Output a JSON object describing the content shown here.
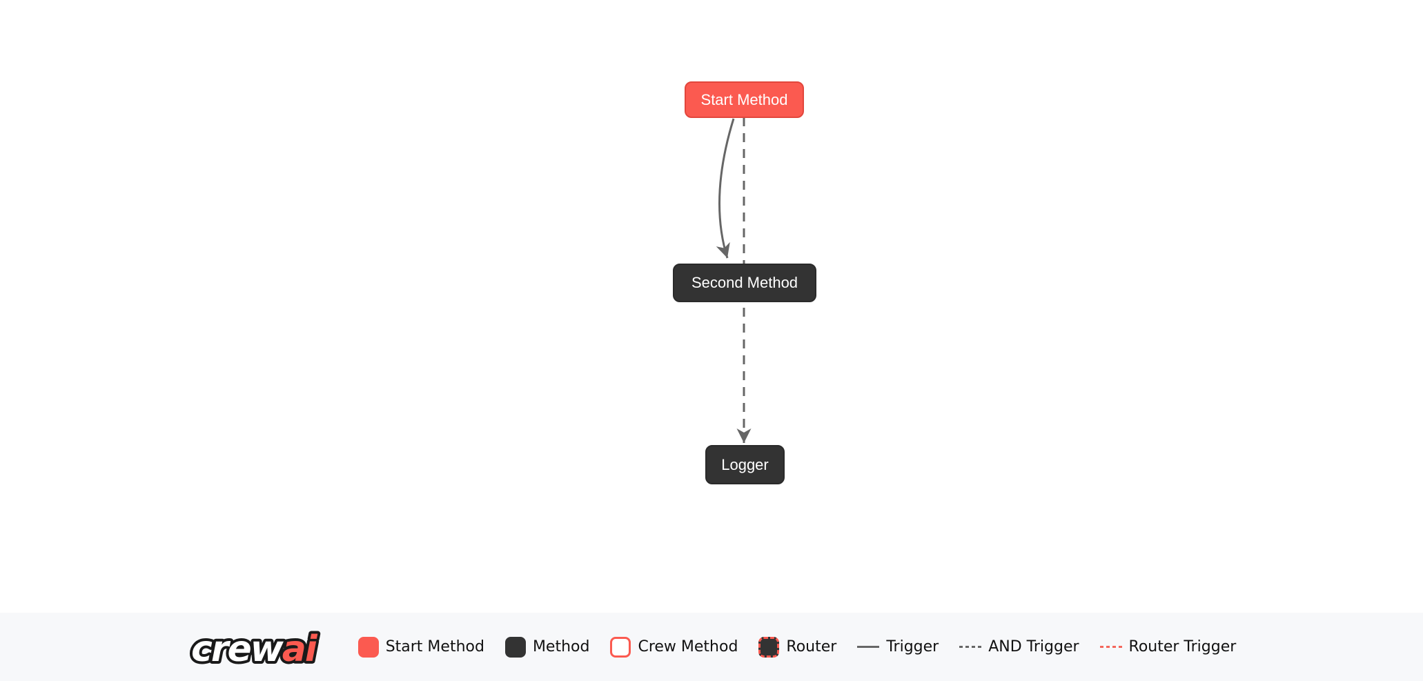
{
  "colors": {
    "accent_red": "#FB5A50",
    "start_node_border": "#E2463C",
    "node_dark": "#333333",
    "edge_gray": "#666666",
    "router_trigger_red": "#F4675C",
    "legend_background": "#F7F8FA",
    "legend_text": "#111111",
    "node_text": "#FFFFFF",
    "canvas_background": "#FFFFFF"
  },
  "diagram": {
    "nodes": [
      {
        "label": "Start Method",
        "type": "start-method"
      },
      {
        "label": "Second Method",
        "type": "method"
      },
      {
        "label": "Logger",
        "type": "method"
      }
    ],
    "edges": [
      {
        "from": "Start Method",
        "to": "Second Method",
        "meaning": "Trigger",
        "style": "solid-curved-arrow"
      },
      {
        "from": "Start Method",
        "to": "Logger",
        "meaning": "AND Trigger",
        "style": "dashed-straight-arrow"
      }
    ]
  },
  "legend": {
    "logo": {
      "crew": "crew",
      "ai": "ai"
    },
    "items": [
      {
        "label": "Start Method",
        "swatch": "start-method-box"
      },
      {
        "label": "Method",
        "swatch": "method-box"
      },
      {
        "label": "Crew Method",
        "swatch": "crew-method-box"
      },
      {
        "label": "Router",
        "swatch": "router-box"
      },
      {
        "label": "Trigger",
        "swatch": "solid-line"
      },
      {
        "label": "AND Trigger",
        "swatch": "dashed-gray-line"
      },
      {
        "label": "Router Trigger",
        "swatch": "dashed-red-line"
      }
    ]
  }
}
